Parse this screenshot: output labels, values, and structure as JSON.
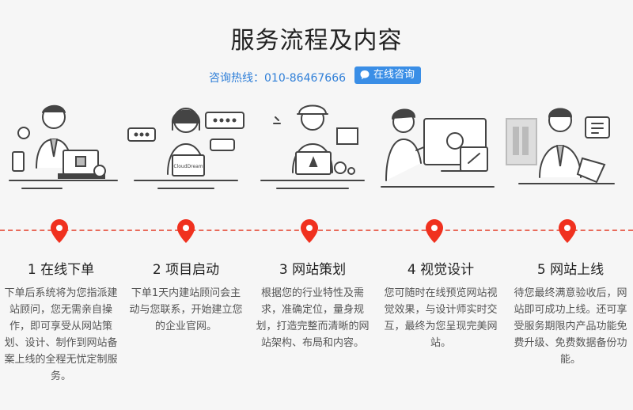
{
  "title": "服务流程及内容",
  "hotline": "咨询热线：010-86467666",
  "consult_button": "在线咨询",
  "illustration_brand": "CloudDream",
  "steps": [
    {
      "title": "1 在线下单",
      "desc": "下单后系统将为您指派建站顾问，您无需亲自操作，即可享受从网站策划、设计、制作到网站备案上线的全程无忧定制服务。"
    },
    {
      "title": "2 项目启动",
      "desc": "下单1天内建站顾问会主动与您联系，开始建立您的企业官网。"
    },
    {
      "title": "3 网站策划",
      "desc": "根据您的行业特性及需求，准确定位，量身规划，打造完整而清晰的网站架构、布局和内容。"
    },
    {
      "title": "4 视觉设计",
      "desc": "您可随时在线预览网站视觉效果，与设计师实时交互，最终为您呈现完美网站。"
    },
    {
      "title": "5 网站上线",
      "desc": "待您最终满意验收后，网站即可成功上线。还可享受服务期限内产品功能免费升级、免费数据备份功能。"
    }
  ],
  "colors": {
    "accent": "#3a8ee6",
    "pin": "#f0311f",
    "timeline": "#e86a5a"
  }
}
